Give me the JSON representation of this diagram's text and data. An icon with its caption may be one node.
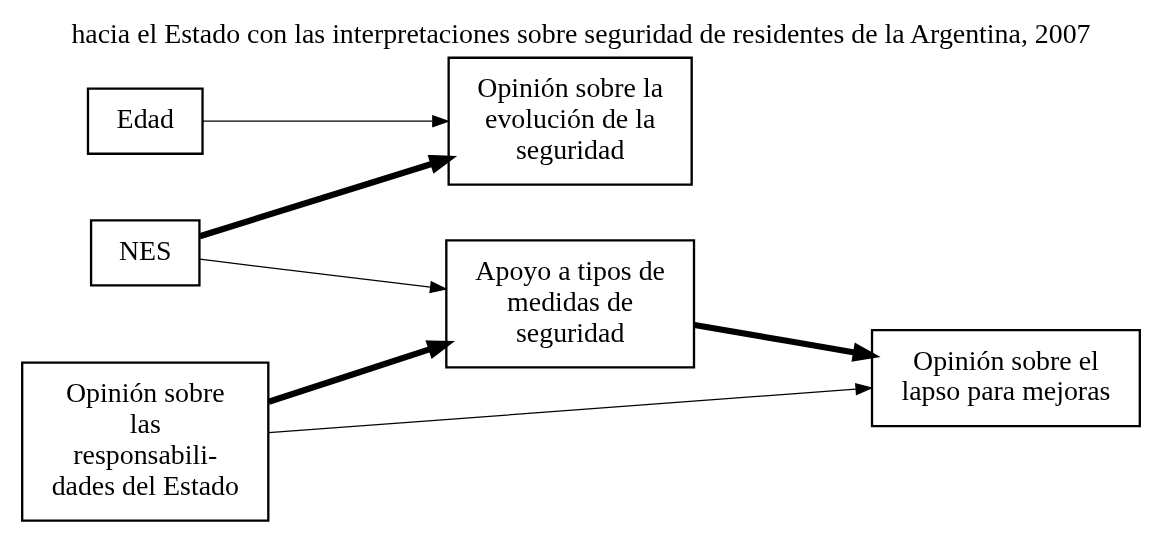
{
  "diagram": {
    "title": "hacia el Estado con las interpretaciones sobre seguridad de residentes de la Argentina, 2007",
    "nodes": [
      {
        "text": [
          "NES"
        ]
      },
      {
        "text": [
          "Edad"
        ]
      },
      {
        "text": [
          "Opinión sobre las responsabili- dades del Estado"
        ]
      },
      {
        "text": [
          "Opinión sobre la evolución de la seguridad"
        ]
      },
      {
        "text": [
          "Apoyo a tipos de medidas de seguridad"
        ]
      },
      {
        "text": [
          "Opinión sobre el lapso para mejoras"
        ]
      }
    ],
    "edges": [
      {
        "from": 0,
        "to": 3,
        "arrow": "to",
        "style": "thick"
      },
      {
        "from": 0,
        "to": 4,
        "arrow": "to"
      },
      {
        "from": 1,
        "to": 3,
        "arrow": "to"
      },
      {
        "from": 2,
        "to": 4,
        "arrow": "to",
        "style": "thick"
      },
      {
        "from": 2,
        "to": 5,
        "arrow": "to"
      },
      {
        "from": 4,
        "to": 5,
        "arrow": "to",
        "style": "thick"
      }
    ]
  }
}
